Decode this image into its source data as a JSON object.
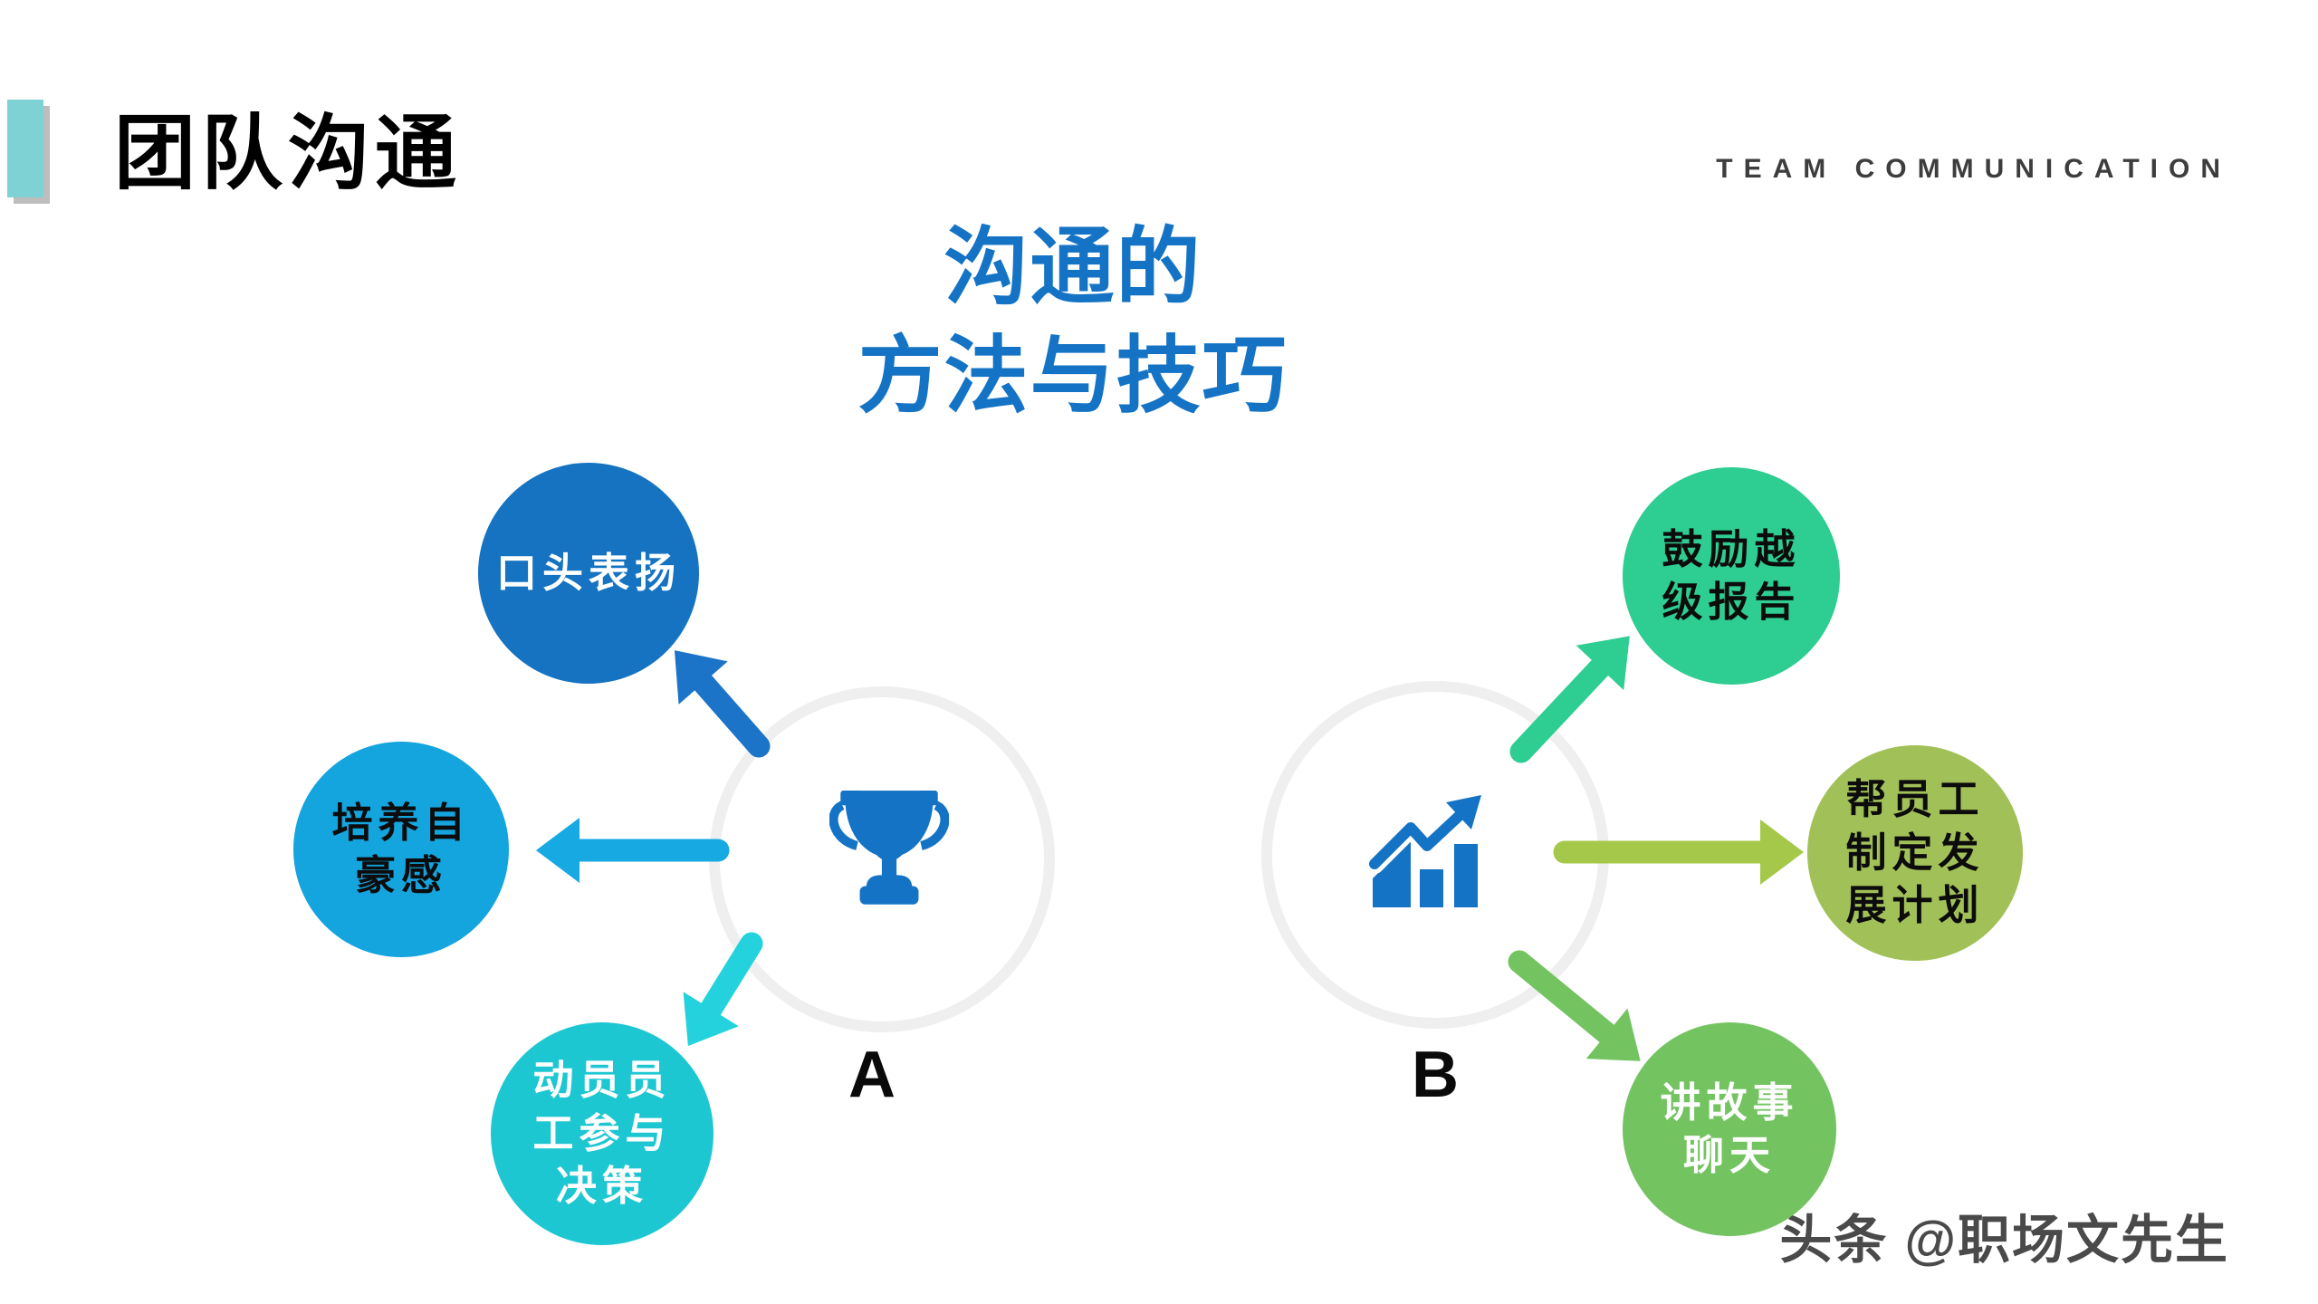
{
  "header": {
    "title": "团队沟通",
    "subtitle": "TEAM COMMUNICATION",
    "accent_color": "#7FD2D4"
  },
  "main_title": {
    "line1": "沟通的",
    "line2": "方法与技巧",
    "color": "#1473C4"
  },
  "groups": [
    {
      "label": "A",
      "icon": "trophy-icon",
      "branches": [
        {
          "lines": [
            "口头表扬"
          ],
          "bg": "#1573C1",
          "fg": "#ffffff",
          "arrow_color": "#1B74C8",
          "direction": "up-left"
        },
        {
          "lines": [
            "培养自",
            "豪感"
          ],
          "bg": "#14A4DE",
          "fg": "#0c0c0c",
          "arrow_color": "#16A9E2",
          "direction": "left"
        },
        {
          "lines": [
            "动员员",
            "工参与",
            "决策"
          ],
          "bg": "#1DC7D2",
          "fg": "#ffffff",
          "arrow_color": "#23D2DC",
          "direction": "down-left"
        }
      ]
    },
    {
      "label": "B",
      "icon": "growth-chart-icon",
      "branches": [
        {
          "lines": [
            "鼓励越",
            "级报告"
          ],
          "bg": "#2ECD92",
          "fg": "#0c0c0c",
          "arrow_color": "#2ECD92",
          "direction": "up-right"
        },
        {
          "lines": [
            "帮员工",
            "制定发",
            "展计划"
          ],
          "bg": "#A1C158",
          "fg": "#0c0c0c",
          "arrow_color": "#A6C84A",
          "direction": "right"
        },
        {
          "lines": [
            "讲故事",
            "聊天"
          ],
          "bg": "#74C361",
          "fg": "#ffffff",
          "arrow_color": "#74C361",
          "direction": "down-right"
        }
      ]
    }
  ],
  "watermark": "头条 @职场文先生",
  "colors": {
    "primary_blue": "#1473C4",
    "light_blue": "#14A4DE",
    "cyan": "#1DC7D2",
    "spring_green": "#2ECD92",
    "olive_green": "#A1C158",
    "green": "#74C361",
    "ring_gray": "#EFEFEF"
  }
}
